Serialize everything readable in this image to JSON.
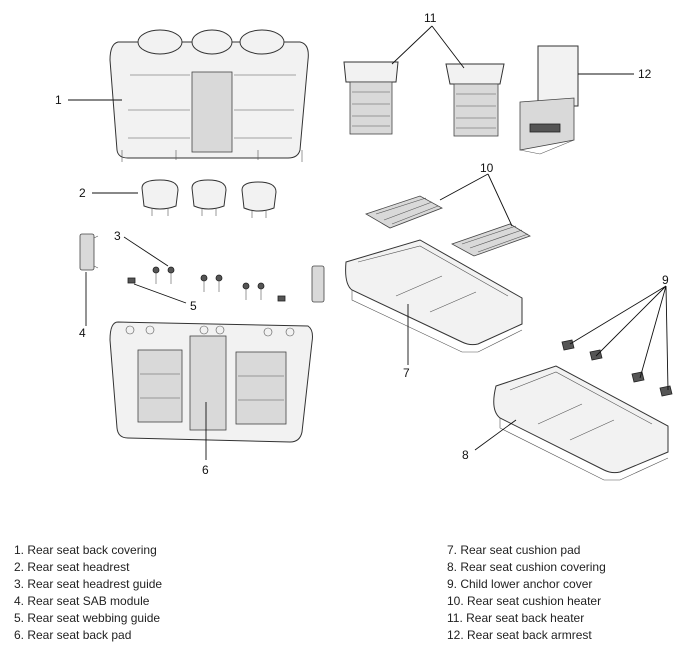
{
  "callouts": {
    "c1": "1",
    "c2": "2",
    "c3": "3",
    "c4": "4",
    "c5": "5",
    "c6": "6",
    "c7": "7",
    "c8": "8",
    "c9": "9",
    "c10": "10",
    "c11": "11",
    "c12": "12"
  },
  "legend": {
    "left": [
      "1. Rear seat back covering",
      "2. Rear seat headrest",
      "3. Rear seat headrest guide",
      "4. Rear seat SAB module",
      "5. Rear seat webbing guide",
      "6. Rear seat back pad"
    ],
    "right": [
      "7. Rear seat cushion pad",
      "8. Rear seat cushion covering",
      "9. Child lower anchor cover",
      "10. Rear seat cushion heater",
      "11. Rear seat back heater",
      "12. Rear seat back armrest"
    ]
  }
}
